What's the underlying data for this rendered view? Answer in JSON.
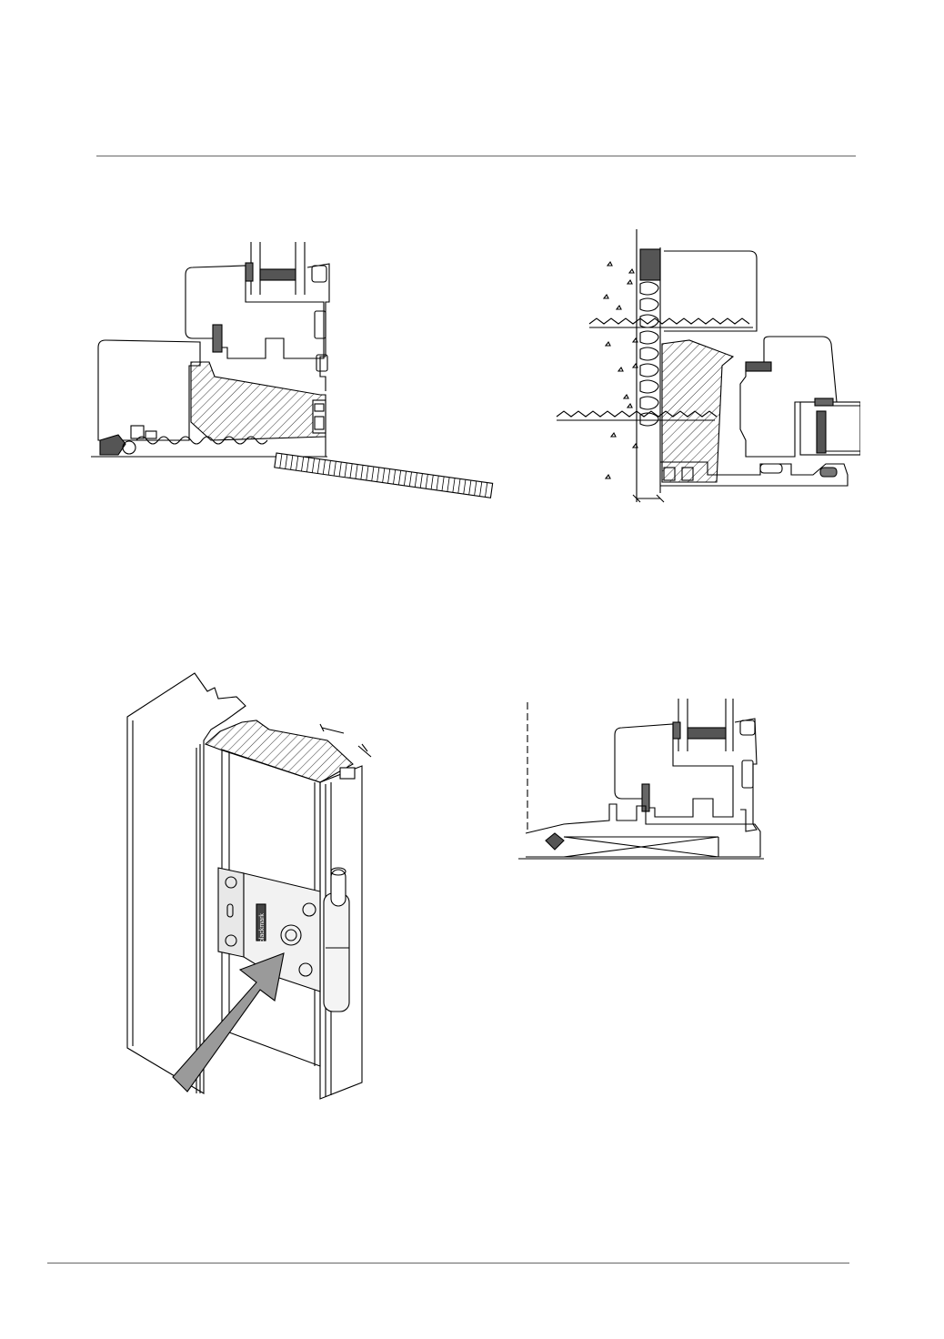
{
  "page": {
    "background": "#ffffff",
    "line_color": "#000000",
    "accent_dark": "#555555",
    "accent_mid": "#888888",
    "arrow_fill": "#9a9a9a"
  },
  "figures": [
    {
      "id": "fig-sill-detail",
      "label": ""
    },
    {
      "id": "fig-wall-section",
      "label": ""
    },
    {
      "id": "fig-hinge-perspective",
      "label": ""
    },
    {
      "id": "fig-threshold-section",
      "label": ""
    }
  ],
  "hinge": {
    "brand_text": "blackmark",
    "icons": [
      "hinge-icon",
      "screw-hole-icon",
      "arrow-icon"
    ]
  }
}
